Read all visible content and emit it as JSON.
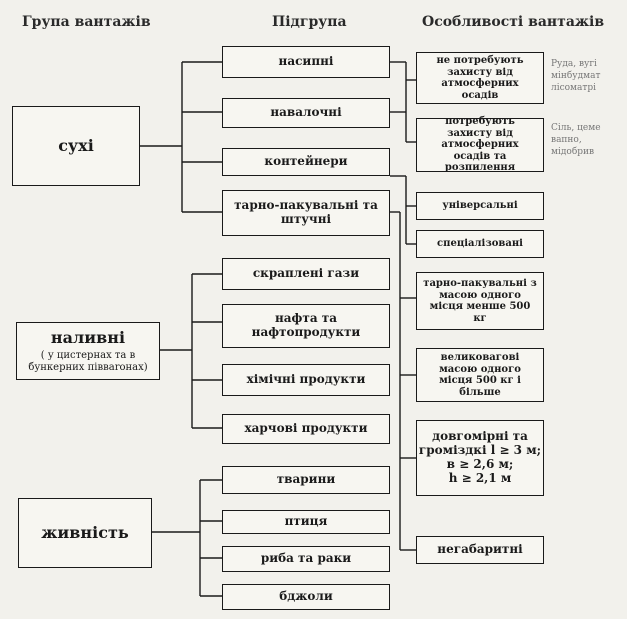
{
  "headers": {
    "group": "Група вантажів",
    "subgroup": "Підгрупа",
    "features": "Особливості вантажів"
  },
  "groups": {
    "dry": "сухі",
    "liquid": "наливні",
    "liquid_note": "( у цистернах та в бункерних півваrонах)",
    "live": "живність"
  },
  "subgroups": [
    "насипні",
    "навалочні",
    "контейнери",
    "тарно-пакувальні та штучні",
    "скраплені гази",
    "нафта та нафтопродукти",
    "хімічні продукти",
    "харчові продукти",
    "тварини",
    "птиця",
    "риба та раки",
    "бджоли"
  ],
  "features": {
    "no_protection": "не потребують захисту від атмосферних осадів",
    "protection": "потребують захисту від атмосферних осадів та розпилення",
    "universal": "універсальні",
    "specialized": "спеціалізовані",
    "packaged_light": "тарно-пакувальні з масою одного місця менше 500 кг",
    "heavy": "великовагові масою одного місця 500 кг і більше",
    "long_line1": "довгомірні та",
    "long_line2": "громіздкі l ≥ 3 м;",
    "long_line3": "в ≥ 2,6 м;",
    "long_line4": "h ≥ 2,1 м",
    "oversized": "негабаритні"
  },
  "side_notes": {
    "note1_line1": "Руда, вугі",
    "note1_line2": "мінбудмат",
    "note1_line3": "лісоматрі",
    "note2_line1": "Сіль, цеме",
    "note2_line2": "вапно,",
    "note2_line3": "мідобрив"
  }
}
